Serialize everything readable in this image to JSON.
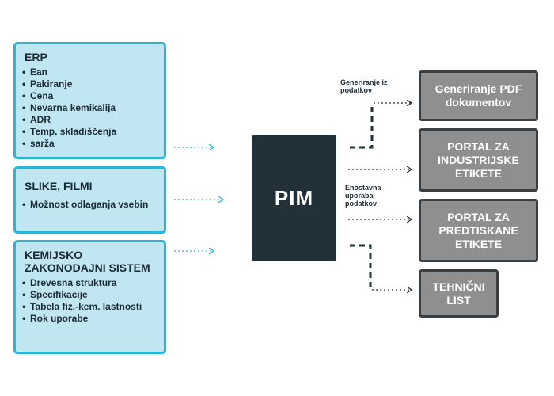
{
  "sources": [
    {
      "title": "ERP",
      "items": [
        "Ean",
        "Pakiranje",
        "Cena",
        "Nevarna kemikalija",
        "ADR",
        "Temp. skladiščenja",
        "sarža"
      ]
    },
    {
      "title": "SLIKE, FILMI",
      "items": [
        "Možnost odlaganja vsebin"
      ]
    },
    {
      "title": "KEMIJSKO ZAKONODAJNI SISTEM",
      "items": [
        "Drevesna struktura",
        "Specifikacije",
        "Tabela fiz.-kem. lastnosti",
        "Rok uporabe"
      ]
    }
  ],
  "hub": {
    "label": "PIM"
  },
  "connector_labels": {
    "generate": "Generiranje iz podatkov",
    "simple_use": "Enostavna uporaba podatkov"
  },
  "outputs": [
    {
      "label": "Generiranje PDF dokumentov"
    },
    {
      "label": "PORTAL ZA INDUSTRIJSKE ETIKETE"
    },
    {
      "label": "PORTAL ZA PREDTISKANE ETIKETE"
    },
    {
      "label": "TEHNIČNI LIST"
    }
  ],
  "colors": {
    "source_fill": "#bfe6f1",
    "source_border": "#29b5d6",
    "hub_fill": "#22303a",
    "output_fill": "#8f8f8f",
    "output_border": "#3a3f44",
    "arrow_input": "#29b5d6",
    "arrow_output": "#22303a"
  }
}
